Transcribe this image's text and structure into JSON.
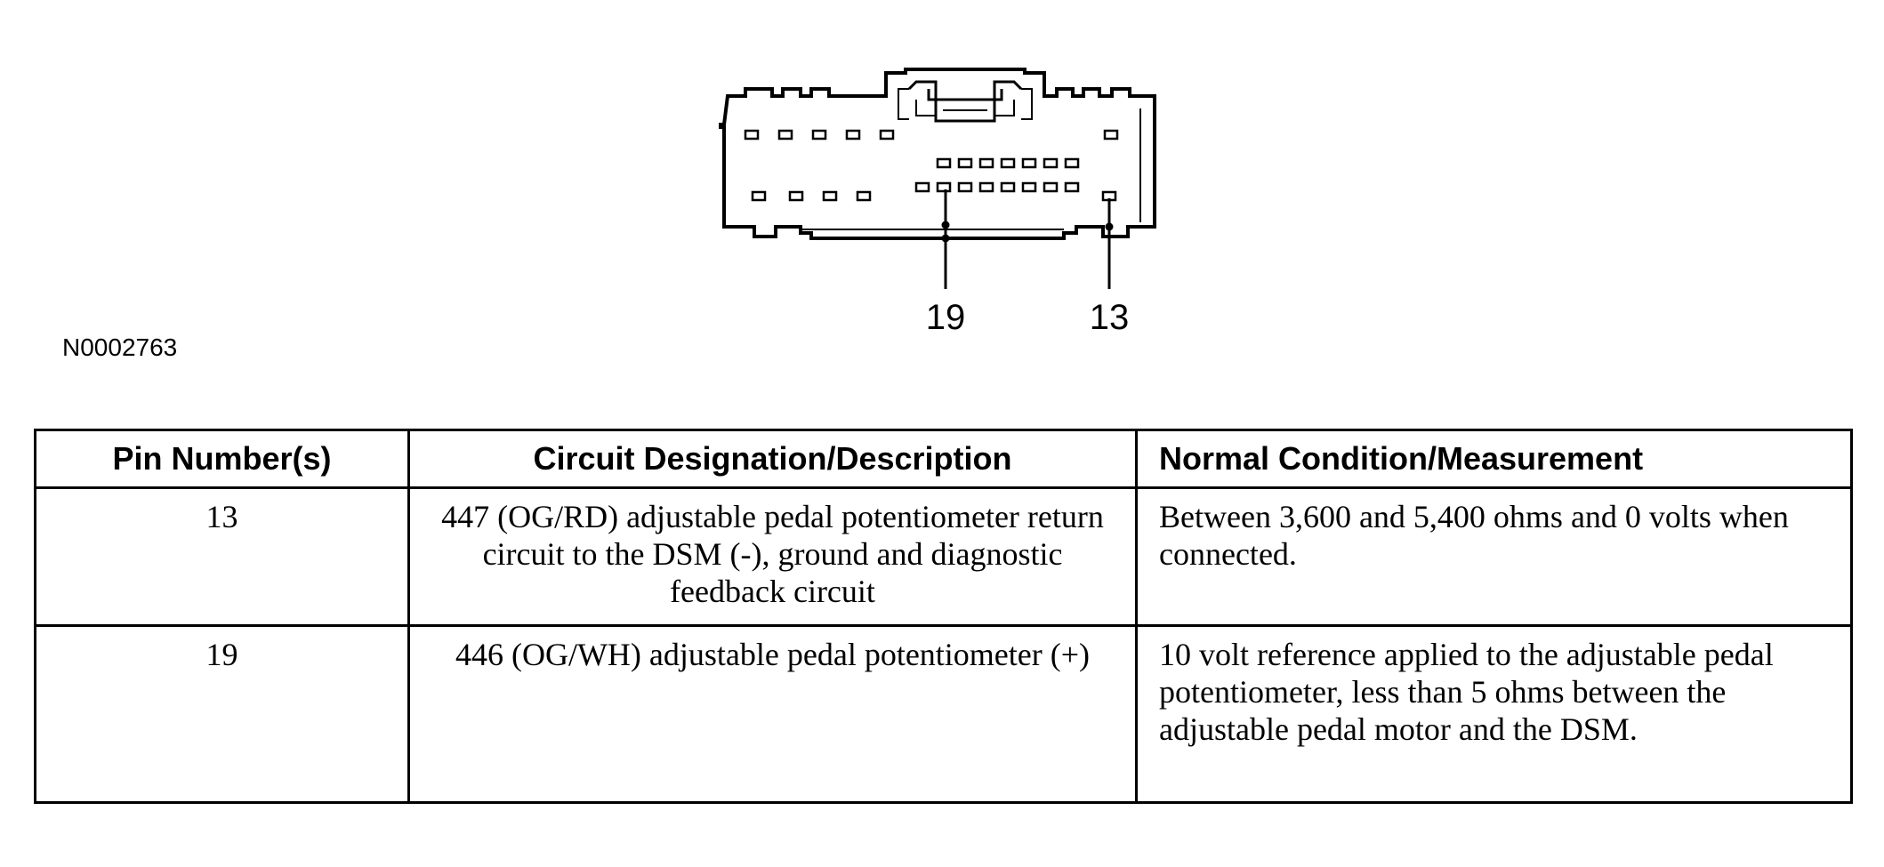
{
  "figure": {
    "id": "N0002763",
    "callouts": [
      "19",
      "13"
    ]
  },
  "table": {
    "headers": {
      "pin": "Pin Number(s)",
      "circuit": "Circuit Designation/Description",
      "condition": "Normal Condition/Measurement"
    },
    "rows": [
      {
        "pin": "13",
        "circuit": "447 (OG/RD) adjustable pedal potentiometer return circuit to the DSM (-), ground and diagnostic feedback circuit",
        "condition": "Between 3,600 and 5,400 ohms and 0 volts when connected."
      },
      {
        "pin": "19",
        "circuit": "446 (OG/WH) adjustable pedal potentiometer (+)",
        "condition": "10 volt reference applied to the adjustable pedal potentiometer, less than 5 ohms between the adjustable pedal motor and the DSM."
      }
    ]
  }
}
